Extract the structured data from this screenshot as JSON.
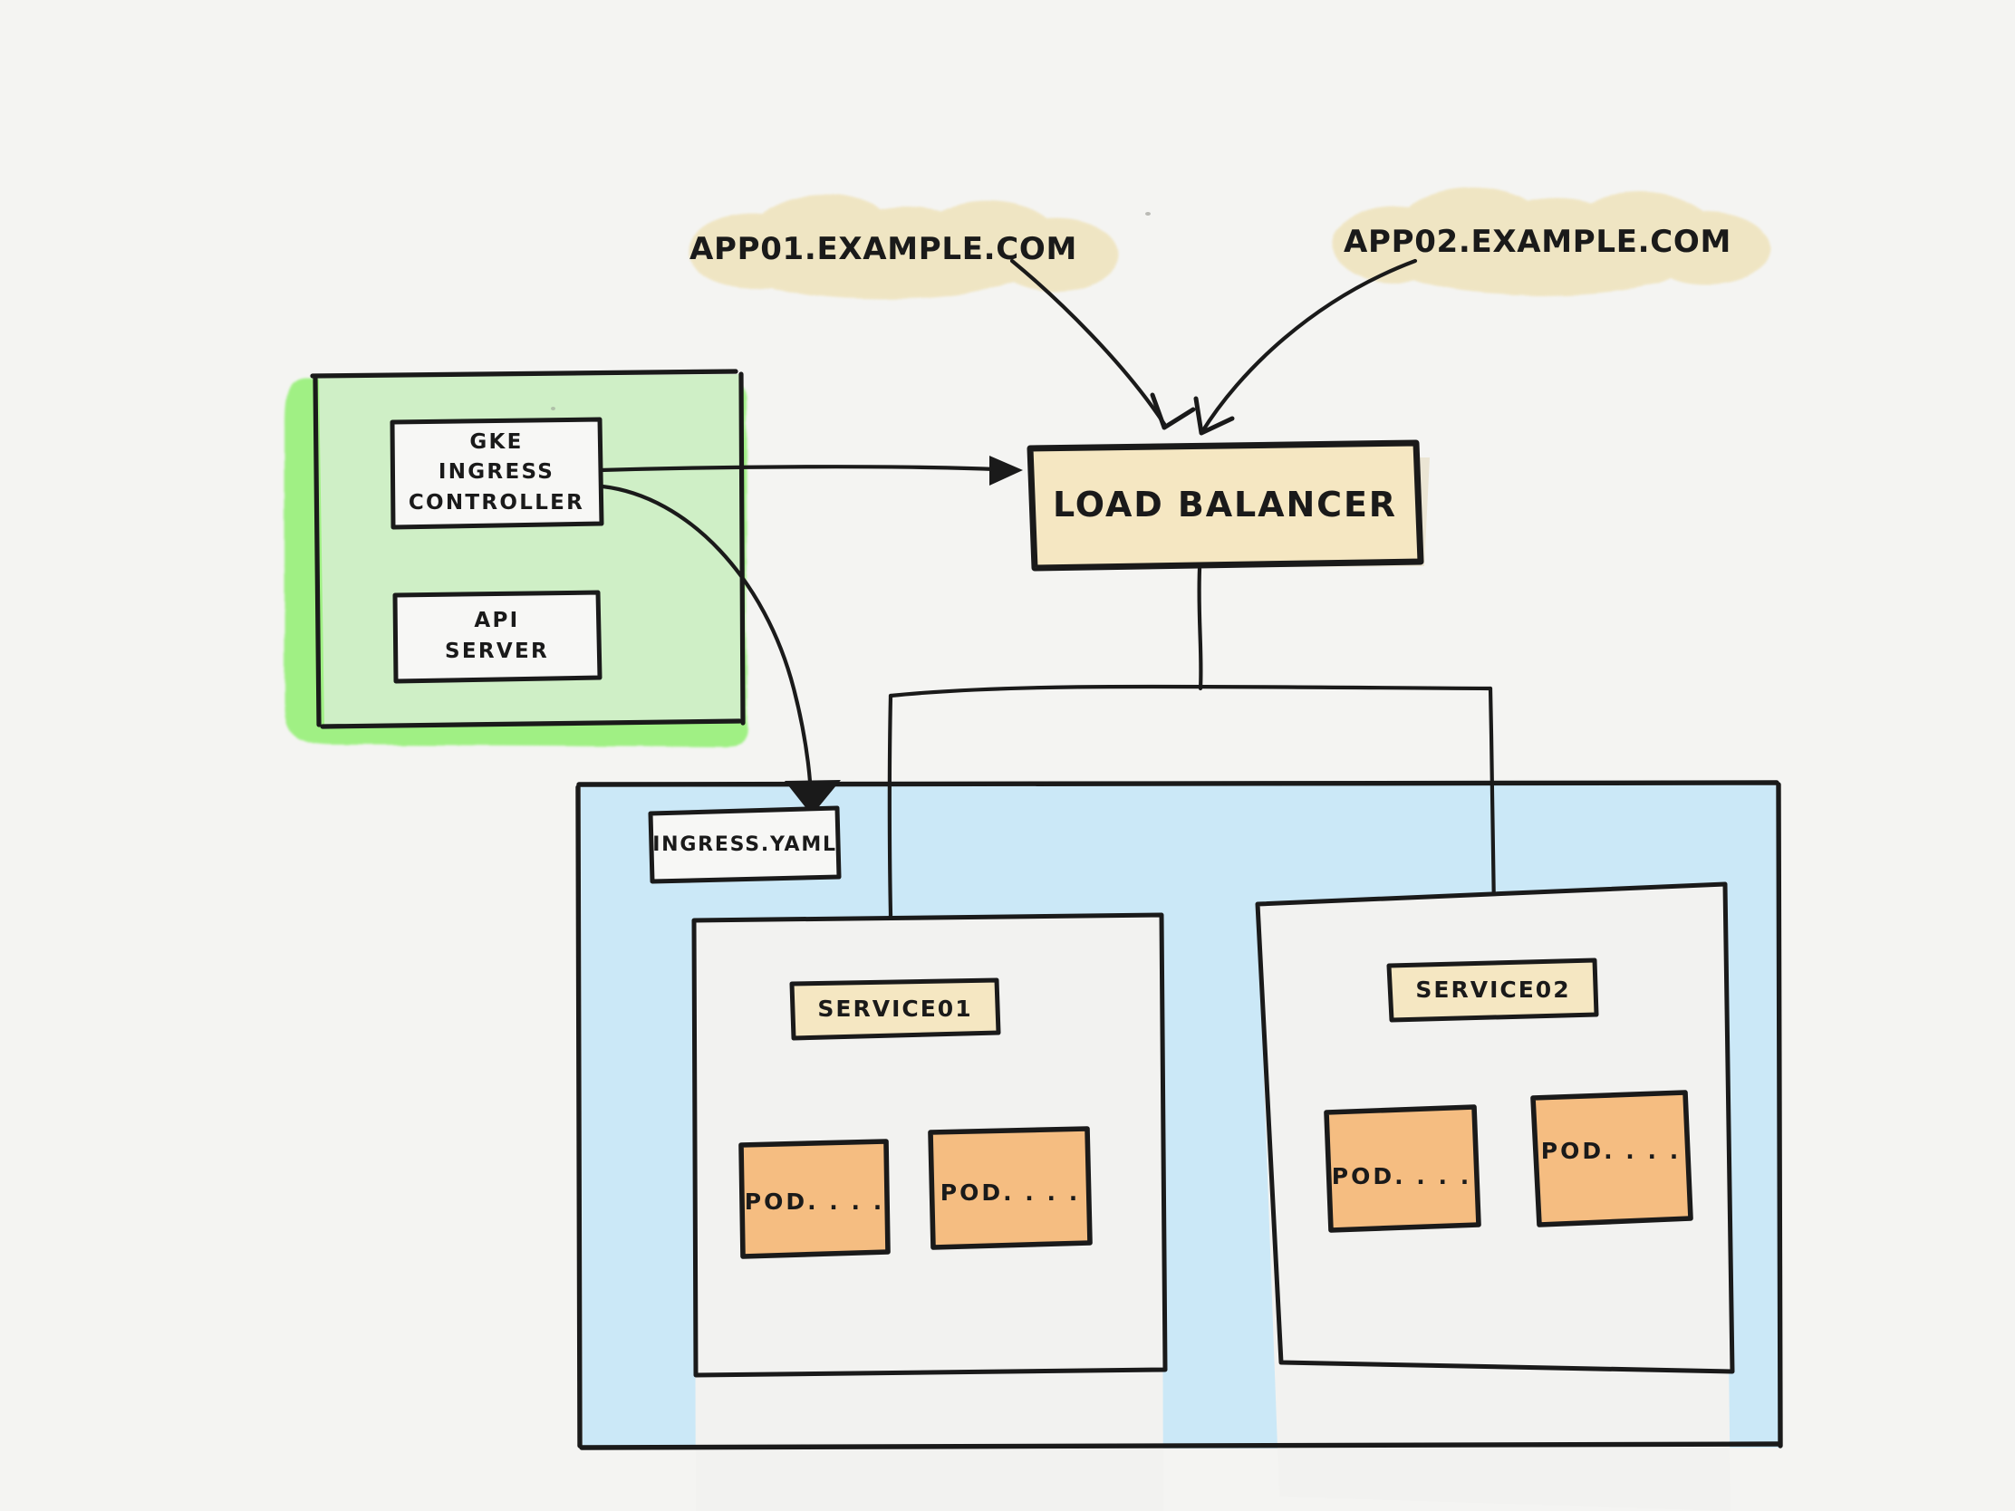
{
  "diagram": {
    "title": "GKE Ingress Load Balancing Architecture",
    "background_color": "#f4f4f2",
    "stroke_color": "#1a1a1a"
  },
  "clouds": [
    {
      "id": "app01",
      "label": "APP01.EXAMPLE.COM",
      "fill": "#f0e5c0"
    },
    {
      "id": "app02",
      "label": "APP02.EXAMPLE.COM",
      "fill": "#f0e5c0"
    }
  ],
  "gke_cluster": {
    "name": "gke-control-plane-group",
    "fill": "#cfefc6",
    "highlight": "#9cf07e",
    "boxes": [
      {
        "id": "ingress-controller",
        "label": "GKE\nINGRESS\nCONTROLLER",
        "fill": "#f7f7f5"
      },
      {
        "id": "api-server",
        "label": "API\nSERVER",
        "fill": "#f7f7f5"
      }
    ]
  },
  "load_balancer": {
    "label": "LOAD BALANCER",
    "fill": "#f5e7c2",
    "shadow": "#e8d39a"
  },
  "ingress_yaml": {
    "label": "INGRESS.YAML",
    "fill": "#f7f7f5"
  },
  "cluster_panel": {
    "name": "kubernetes-cluster",
    "fill": "#cbe8f7"
  },
  "namespaces": [
    {
      "id": "namespace-01",
      "fill": "#f2f2f0",
      "service": {
        "id": "service01",
        "label": "SERVICE01",
        "fill": "#f5e7c2"
      },
      "pods": [
        {
          "id": "pod-01-a",
          "label": "POD. . . .",
          "fill": "#f5bd81"
        },
        {
          "id": "pod-01-b",
          "label": "POD. . . .",
          "fill": "#f5bd81"
        }
      ]
    },
    {
      "id": "namespace-02",
      "fill": "#f2f2f0",
      "service": {
        "id": "service02",
        "label": "SERVICE02",
        "fill": "#f5e7c2"
      },
      "pods": [
        {
          "id": "pod-02-a",
          "label": "POD. . . .",
          "fill": "#f5bd81"
        },
        {
          "id": "pod-02-b",
          "label": "POD. . . .",
          "fill": "#f5bd81"
        }
      ]
    }
  ],
  "connectors": [
    {
      "id": "app01-to-lb",
      "from": "app01",
      "to": "load-balancer",
      "arrow": true
    },
    {
      "id": "lb-to-app02",
      "from": "load-balancer",
      "to": "app02",
      "arrow": true
    },
    {
      "id": "controller-to-lb",
      "from": "ingress-controller",
      "to": "load-balancer",
      "arrow": true
    },
    {
      "id": "controller-to-yaml",
      "from": "ingress-controller",
      "to": "ingress-yaml",
      "arrow": true
    },
    {
      "id": "lb-to-services-bus",
      "from": "load-balancer",
      "to": "service-bus",
      "arrow": false
    },
    {
      "id": "bus-to-service01",
      "from": "service-bus",
      "to": "service01",
      "arrow": true
    },
    {
      "id": "bus-to-service02",
      "from": "service-bus",
      "to": "service02",
      "arrow": true
    },
    {
      "id": "service01-to-pods",
      "from": "service01",
      "to": "pod-01-a,pod-01-b",
      "arrow": false
    },
    {
      "id": "service02-to-pods",
      "from": "service02",
      "to": "pod-02-a,pod-02-b",
      "arrow": true
    }
  ]
}
